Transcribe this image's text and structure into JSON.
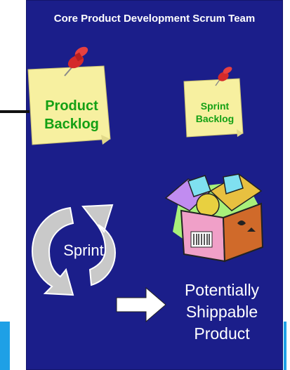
{
  "title": "Core Product Development Scrum Team",
  "product_backlog": {
    "line1": "Product",
    "line2": "Backlog"
  },
  "sprint_backlog": {
    "line1": "Sprint",
    "line2": "Backlog"
  },
  "sprint_cycle": {
    "label": "Sprint"
  },
  "shippable": {
    "line1": "Potentially",
    "line2": "Shippable",
    "line3": "Product"
  },
  "colors": {
    "panel": "#1b1e8a",
    "note": "#f7f0a0",
    "note_text": "#14a014",
    "pin": "#d42a2a",
    "edge": "#1ea0e6"
  },
  "icons": [
    "pushpin-icon",
    "cycle-arrows-icon",
    "right-arrow-icon",
    "box-icon"
  ]
}
